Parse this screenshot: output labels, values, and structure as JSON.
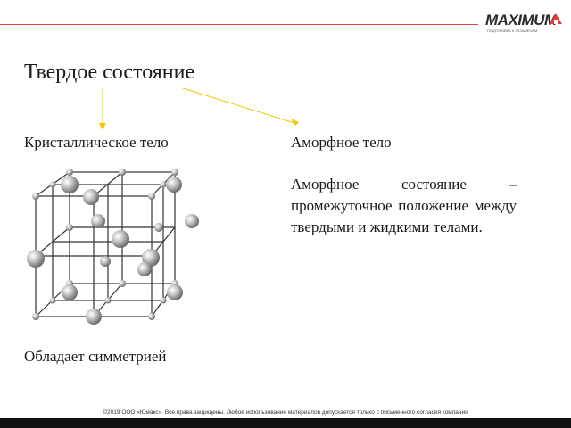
{
  "header": {
    "logo_text": "MAXIMUM",
    "logo_sub": "ПОДГОТОВКА К ЭКЗАМЕНАМ",
    "accent_color": "#e0413a"
  },
  "slide": {
    "title": "Твердое состояние",
    "crystal_label": "Кристаллическое тело",
    "amorph_label": "Аморфное тело",
    "amorph_description": "Аморфное состояние – промежуточное положение между твердыми и жидкими телами.",
    "symmetry_text": "Обладает симметрией",
    "arrow_color": "#f5c400"
  },
  "footer": {
    "copyright": "©2019 ООО «Юмакс». Все права защищены. Любое использование материалов допускается только с письменного согласия компании"
  }
}
